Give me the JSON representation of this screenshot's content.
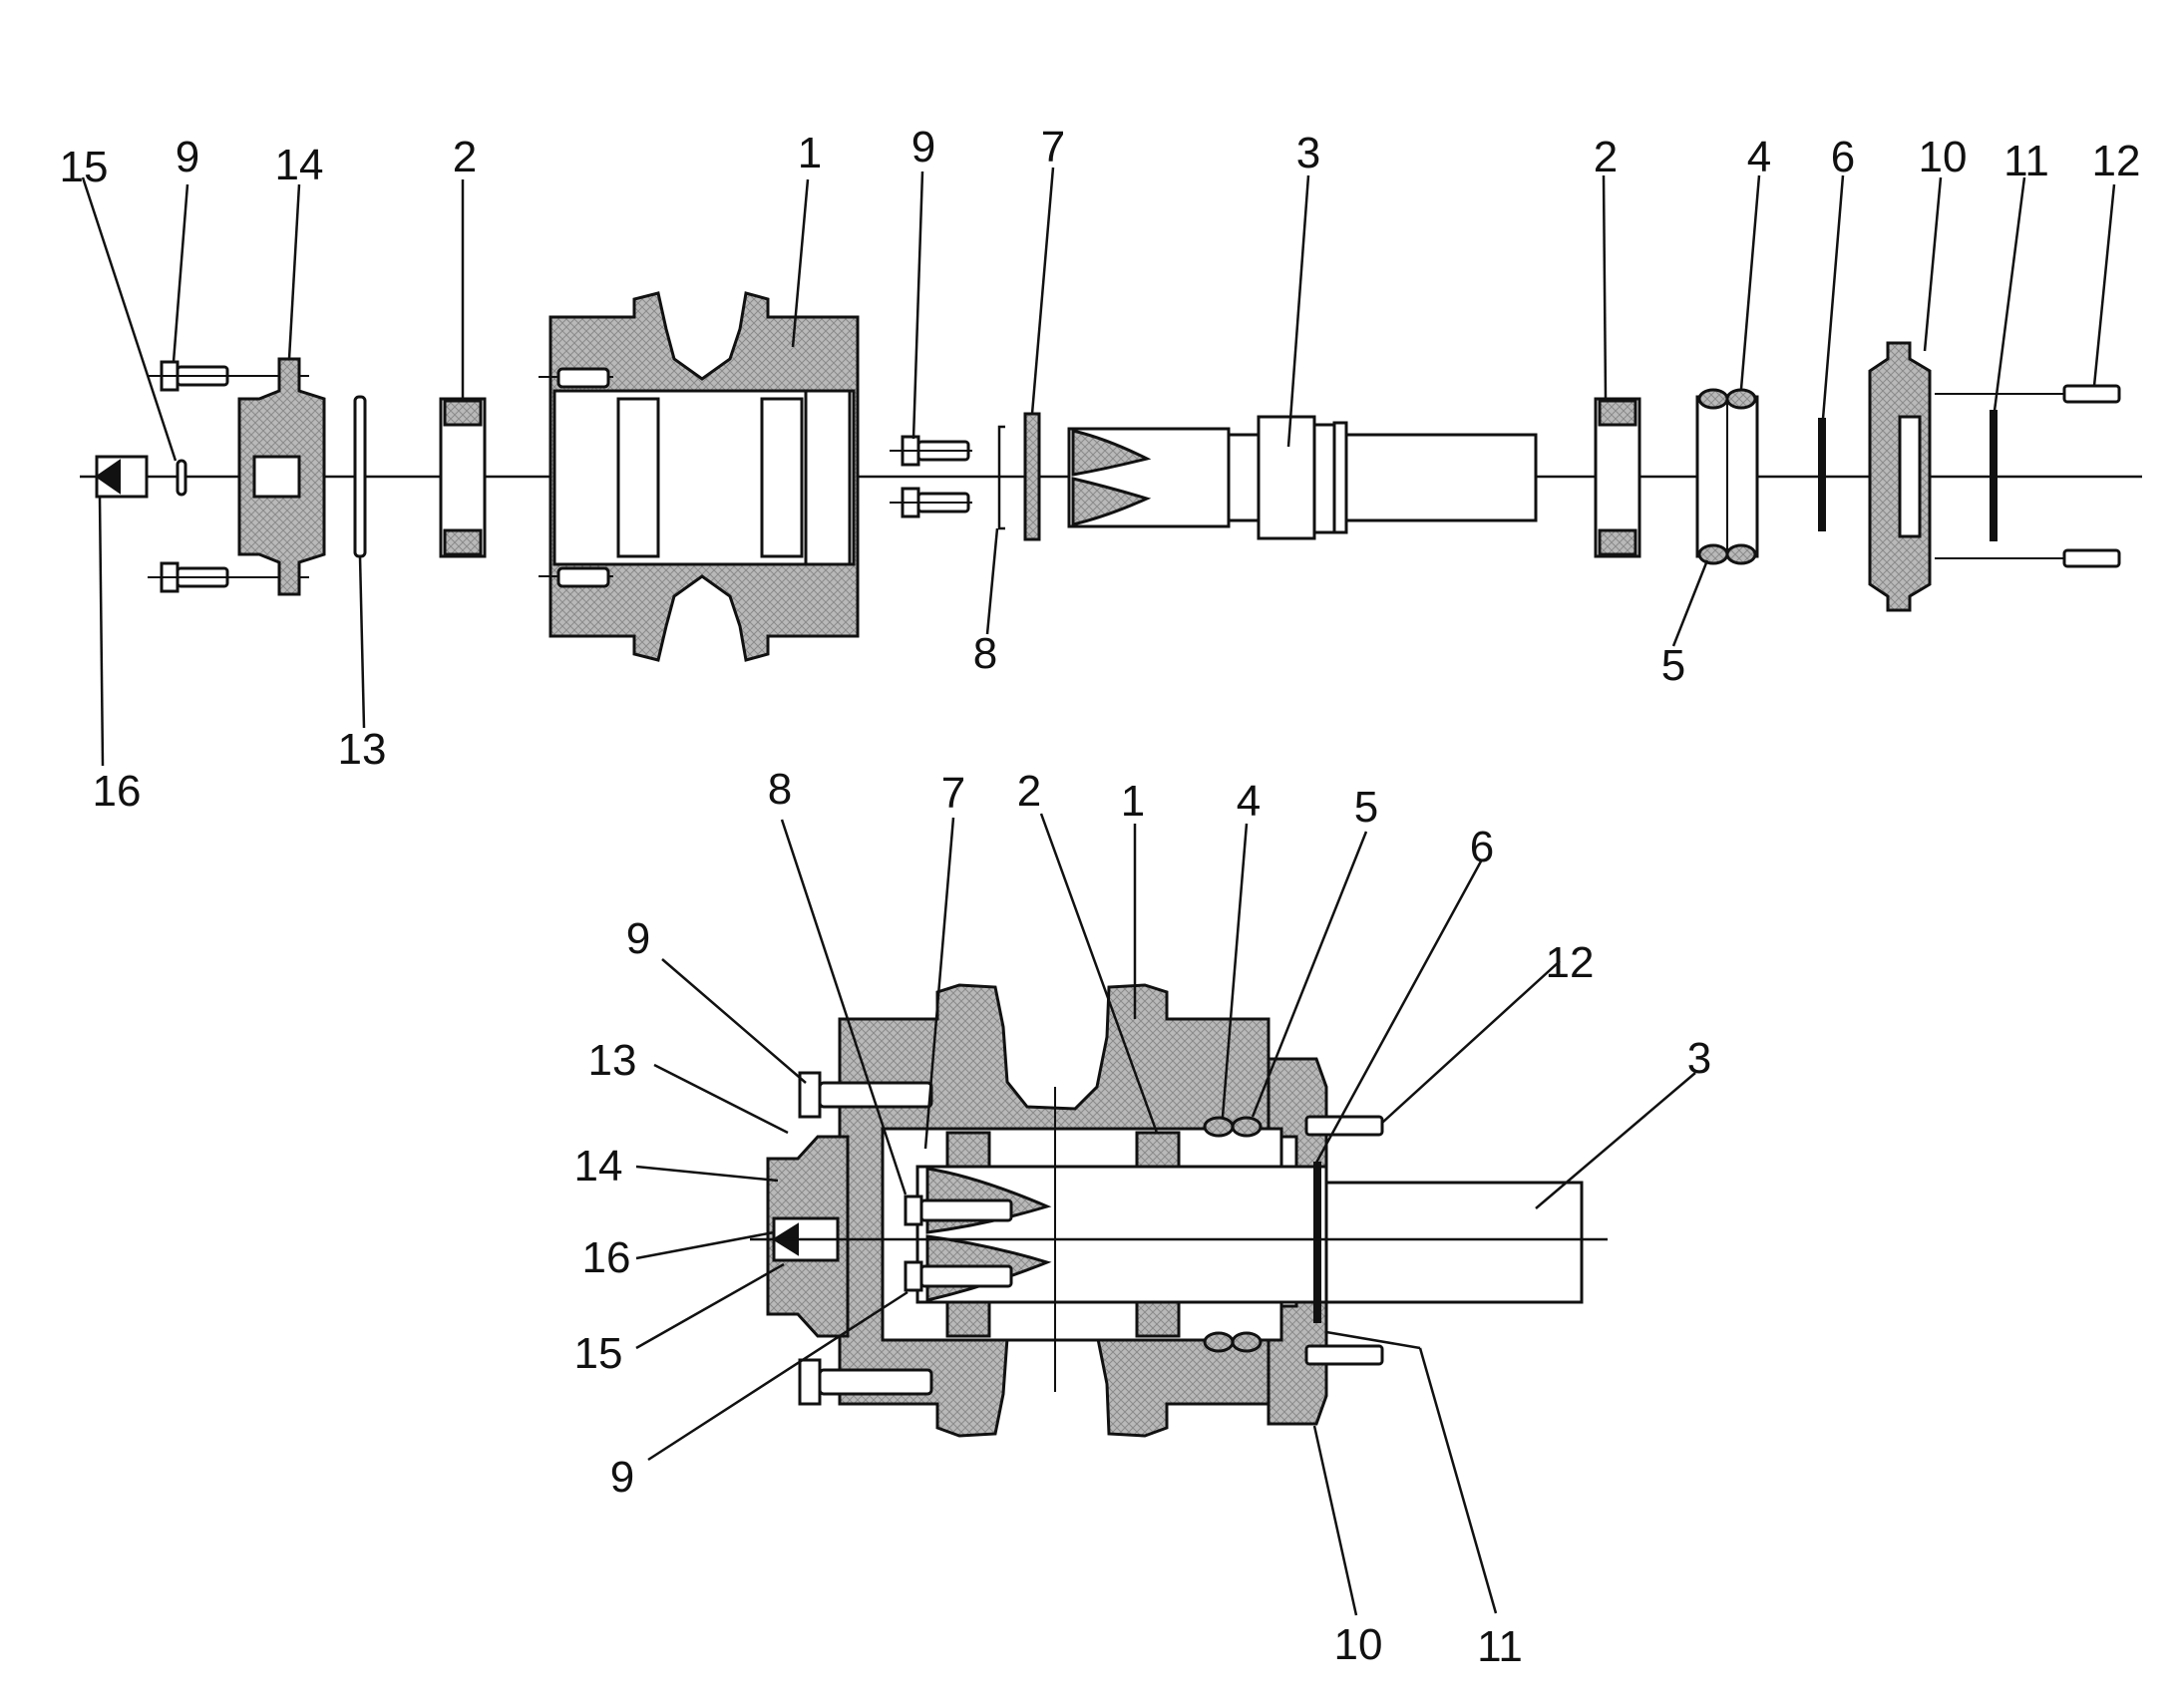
{
  "exploded_view": {
    "labels": {
      "l1": "1",
      "l2a": "2",
      "l2b": "2",
      "l3": "3",
      "l4": "4",
      "l5": "5",
      "l6": "6",
      "l7": "7",
      "l8": "8",
      "l9a": "9",
      "l9b": "9",
      "l10": "10",
      "l11": "11",
      "l12": "12",
      "l13": "13",
      "l14": "14",
      "l15": "15",
      "l16": "16"
    }
  },
  "assembly_view": {
    "labels": {
      "l1": "1",
      "l2": "2",
      "l3": "3",
      "l4": "4",
      "l5": "5",
      "l6": "6",
      "l7": "7",
      "l8": "8",
      "l9a": "9",
      "l9b": "9",
      "l10": "10",
      "l11": "11",
      "l12": "12",
      "l13": "13",
      "l14": "14",
      "l15": "15",
      "l16": "16"
    }
  }
}
